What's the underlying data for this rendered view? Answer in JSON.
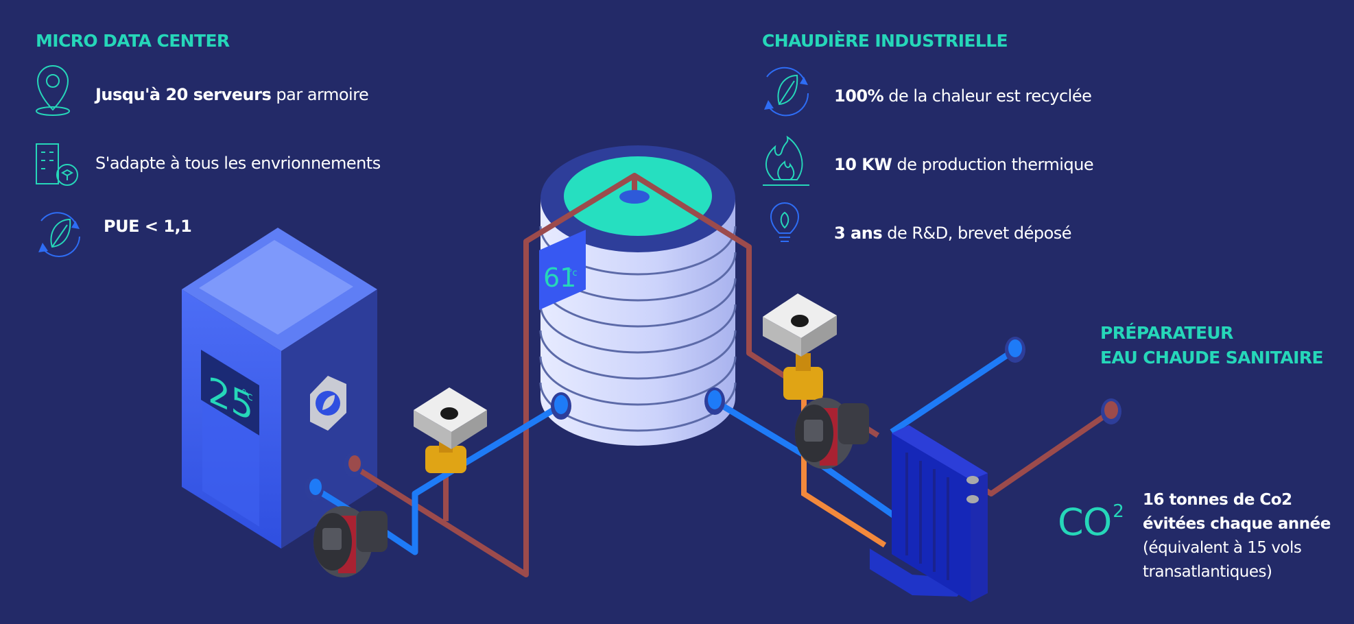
{
  "left_section": {
    "title": "MICRO DATA CENTER",
    "items": [
      {
        "bold": "Jusqu'à 20 serveurs",
        "text": " par armoire",
        "icon": "map-pin-icon"
      },
      {
        "bold": "",
        "text": "S'adapte à tous les envrionnements",
        "icon": "building-icon"
      },
      {
        "bold": "PUE < 1,1",
        "text": "",
        "icon": "recycle-leaf-icon"
      }
    ]
  },
  "right_section": {
    "title": "CHAUDIÈRE INDUSTRIELLE",
    "items": [
      {
        "bold": "100%",
        "text": " de la chaleur est recyclée",
        "icon": "recycle-leaf-icon"
      },
      {
        "bold": "10 KW",
        "text": " de production thermique",
        "icon": "flame-icon"
      },
      {
        "bold": "3 ans",
        "text": " de R&D, brevet déposé",
        "icon": "lightbulb-leaf-icon"
      }
    ]
  },
  "water_heater": {
    "title_line1": "PRÉPARATEUR",
    "title_line2": "EAU CHAUDE SANITAIRE"
  },
  "co2": {
    "symbol": "CO",
    "superscript": "2",
    "bold": "16 tonnes de Co2 évitées chaque année",
    "text": " (équivalent à 15 vols transatlantiques)"
  },
  "server_display": {
    "value": "25",
    "unit": "°c"
  },
  "boiler_display": {
    "value": "61",
    "unit": "°c"
  },
  "colors": {
    "background": "#232a68",
    "accent": "#26d7b9",
    "cold_pipe": "#1e7bf7",
    "hot_pipe": "#9c4b4c",
    "warm_pipe": "#f3893c"
  }
}
